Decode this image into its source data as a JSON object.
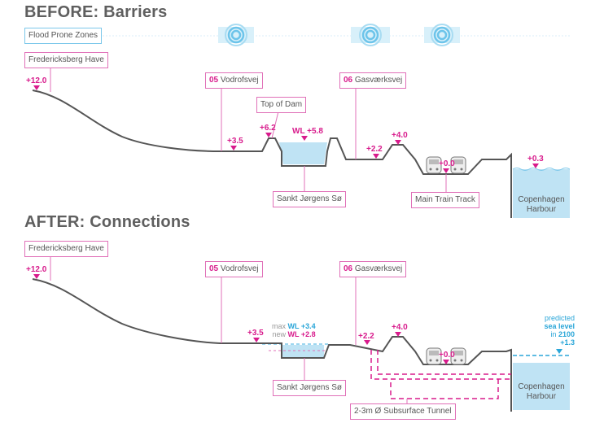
{
  "before": {
    "title": "BEFORE: Barriers",
    "flood_label": "Flood Prone Zones",
    "park_label": "Fredericksberg Have",
    "elev_start": "+12.0",
    "road1_num": "05",
    "road1_name": "Vodrofsvej",
    "elev_road1": "+3.5",
    "dam_label": "Top of Dam",
    "elev_dam": "+6.2",
    "wl": "WL +5.8",
    "lake_label": "Sankt Jørgens Sø",
    "road2_num": "06",
    "road2_name": "Gasværksvej",
    "elev_road2": "+2.2",
    "elev_hill": "+4.0",
    "elev_track": "+0.0",
    "track_label": "Main Train Track",
    "elev_harbour": "+0.3",
    "harbour_line1": "Copenhagen",
    "harbour_line2": "Harbour"
  },
  "after": {
    "title": "AFTER: Connections",
    "park_label": "Fredericksberg Have",
    "elev_start": "+12.0",
    "road1_num": "05",
    "road1_name": "Vodrofsvej",
    "elev_road1": "+3.5",
    "max_wl_prefix": "max",
    "max_wl": "WL +3.4",
    "new_wl_prefix": "new",
    "new_wl": "WL +2.8",
    "lake_label": "Sankt Jørgens Sø",
    "road2_num": "06",
    "road2_name": "Gasværksvej",
    "elev_road2": "+2.2",
    "elev_hill": "+4.0",
    "elev_track": "+0.0",
    "tunnel_label": "2-3m Ø  Subsurface Tunnel",
    "sea_line1": "predicted",
    "sea_line2": "sea level",
    "sea_line3_prefix": "in",
    "sea_line3_year": "2100",
    "sea_value": "+1.3",
    "harbour_line1": "Copenhagen",
    "harbour_line2": "Harbour"
  },
  "colors": {
    "accent_pink": "#d81b8c",
    "water_blue": "#bfe3f4",
    "flood_blue": "#7cc8ea",
    "terrain": "#555555"
  }
}
